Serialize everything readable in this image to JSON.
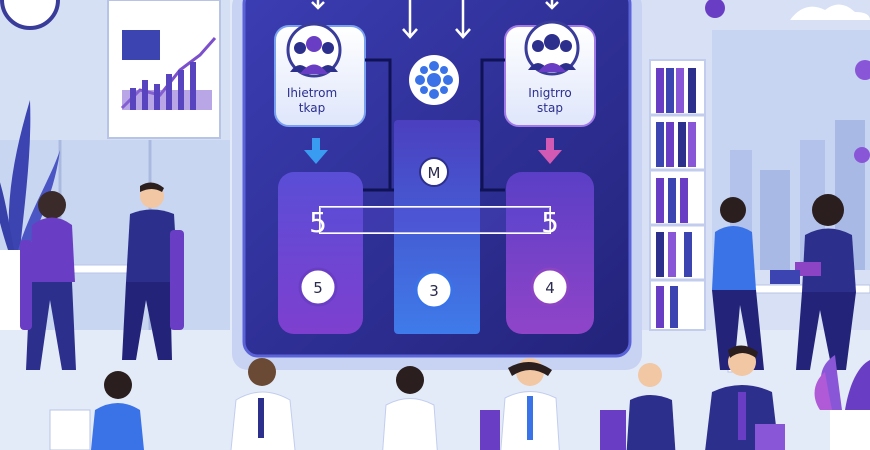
{
  "infographic": {
    "left_card_label": [
      "Ihietrom",
      "tkap"
    ],
    "right_card_label": [
      "Inigtrro",
      "stap"
    ],
    "center_badge": "M",
    "left_big_number": "5",
    "right_big_number": "5",
    "bottom_badges": [
      "5",
      "3",
      "4"
    ]
  },
  "colors": {
    "background": "#dfe7f7",
    "board_dark": "#2d2f8c",
    "accent_blue": "#3a72e8",
    "accent_purple": "#8c44c4",
    "desk_white": "#ffffff"
  }
}
